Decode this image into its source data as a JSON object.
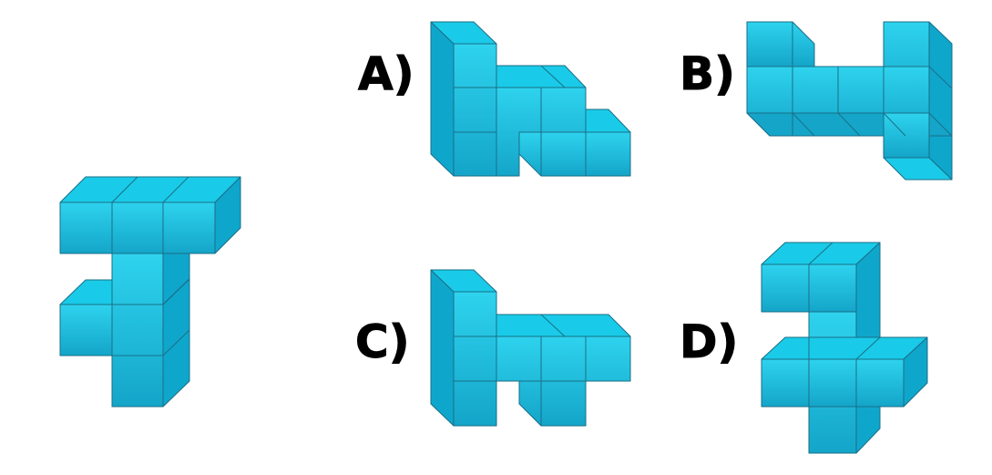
{
  "options": {
    "a": {
      "label": "A)"
    },
    "b": {
      "label": "B)"
    },
    "c": {
      "label": "C)"
    },
    "d": {
      "label": "D)"
    }
  },
  "colors": {
    "cube_front_top": "#2ed3ee",
    "cube_front_bottom": "#14a5c9",
    "cube_top": "#19cbe8",
    "cube_side": "#0fa6cc",
    "edge": "#1a6f86"
  }
}
